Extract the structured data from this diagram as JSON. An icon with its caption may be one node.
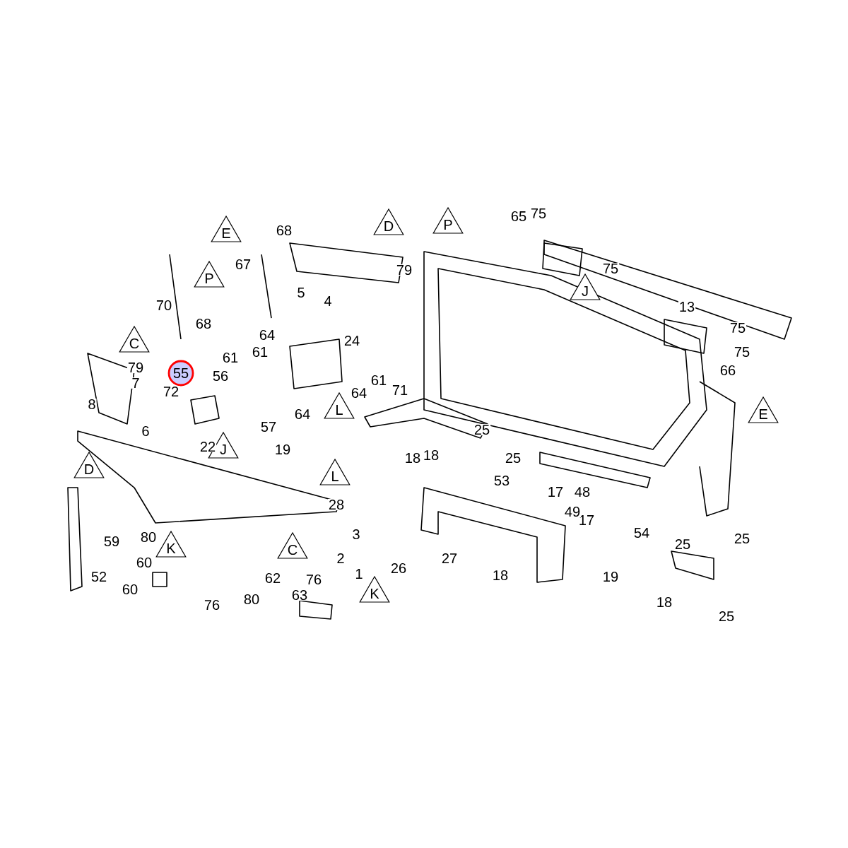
{
  "diagram": {
    "nodes": [
      {
        "text": [
          "E"
        ]
      },
      {
        "text": [
          "P"
        ]
      },
      {
        "text": [
          "D"
        ]
      },
      {
        "text": [
          "P"
        ]
      },
      {
        "text": [
          "C"
        ]
      },
      {
        "text": [
          "J"
        ]
      },
      {
        "text": [
          "L"
        ]
      },
      {
        "text": [
          "J"
        ]
      },
      {
        "text": [
          "L"
        ]
      },
      {
        "text": [
          "D"
        ]
      },
      {
        "text": [
          "C"
        ]
      },
      {
        "text": [
          "K"
        ]
      },
      {
        "text": [
          "K"
        ]
      },
      {
        "text": [
          "E"
        ]
      },
      {
        "text": [
          "55"
        ]
      }
    ],
    "labels": [
      "65",
      "75",
      "68",
      "75",
      "67",
      "79",
      "5",
      "4",
      "70",
      "13",
      "68",
      "64",
      "61",
      "24",
      "75",
      "61",
      "56",
      "79",
      "7",
      "72",
      "75",
      "71",
      "61",
      "8",
      "66",
      "64",
      "6",
      "64",
      "57",
      "22",
      "19",
      "18",
      "18",
      "25",
      "25",
      "53",
      "17",
      "48",
      "28",
      "17",
      "49",
      "3",
      "59",
      "80",
      "54",
      "25",
      "25",
      "2",
      "60",
      "1",
      "26",
      "27",
      "52",
      "18",
      "19",
      "60",
      "80",
      "76",
      "62",
      "63",
      "76",
      "18",
      "25"
    ]
  }
}
